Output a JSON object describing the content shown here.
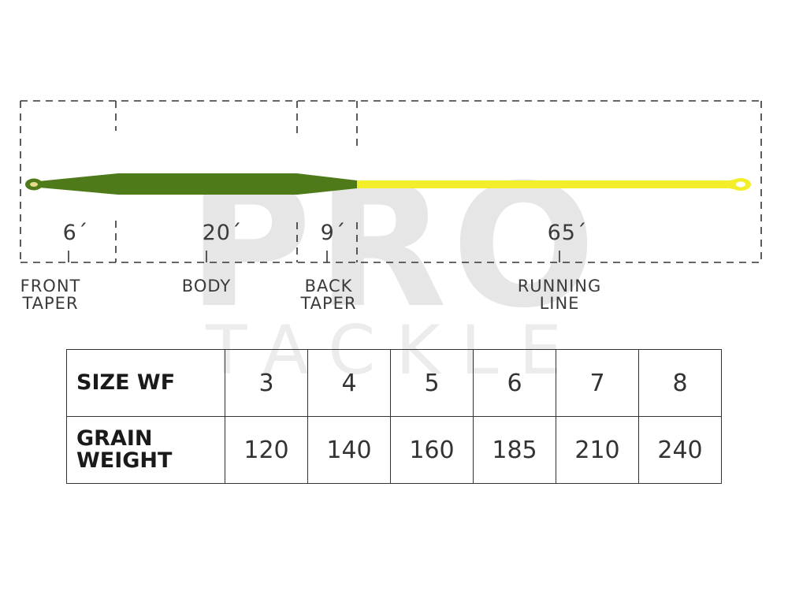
{
  "watermark": {
    "main": "PRO",
    "sub": "TACKLE"
  },
  "colors": {
    "head_section": "#4e7a1a",
    "running_line": "#f2ef2a",
    "dash_lines": "#333333",
    "text": "#333333"
  },
  "line_profile": {
    "segments": [
      {
        "length": "6´",
        "label": [
          "FRONT",
          "TAPER"
        ]
      },
      {
        "length": "20´",
        "label": [
          "BODY"
        ]
      },
      {
        "length": "9´",
        "label": [
          "BACK",
          "TAPER"
        ]
      },
      {
        "length": "65´",
        "label": [
          "RUNNING",
          "LINE"
        ]
      }
    ]
  },
  "table": {
    "rows": [
      {
        "header": [
          "SIZE WF"
        ],
        "values": [
          "3",
          "4",
          "5",
          "6",
          "7",
          "8"
        ]
      },
      {
        "header": [
          "GRAIN",
          "WEIGHT"
        ],
        "values": [
          "120",
          "140",
          "160",
          "185",
          "210",
          "240"
        ]
      }
    ]
  }
}
